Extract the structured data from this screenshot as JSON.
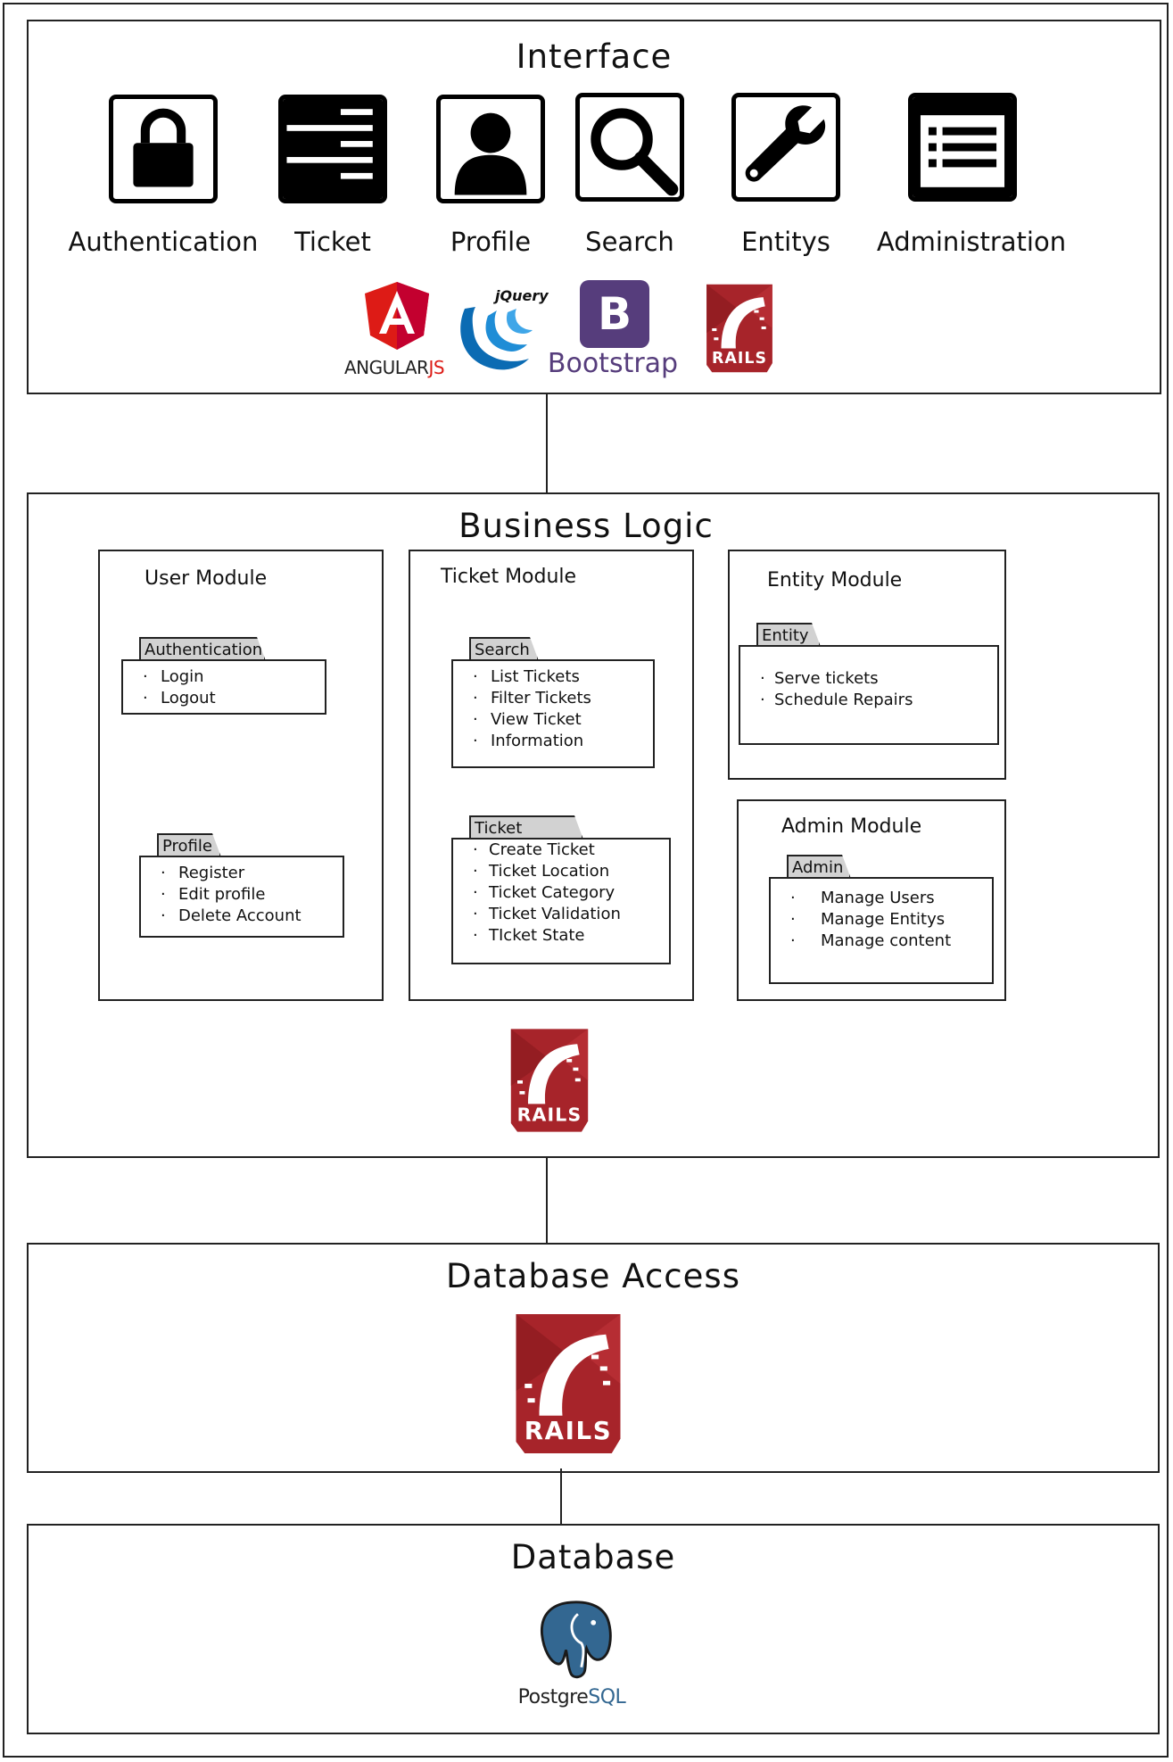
{
  "layers": {
    "interface": {
      "title": "Interface",
      "components": [
        {
          "label": "Authentication",
          "icon": "lock-icon"
        },
        {
          "label": "Ticket",
          "icon": "ticket-list-icon"
        },
        {
          "label": "Profile",
          "icon": "user-icon"
        },
        {
          "label": "Search",
          "icon": "magnifier-icon"
        },
        {
          "label": "Entitys",
          "icon": "wrench-icon"
        },
        {
          "label": "Administration",
          "icon": "admin-list-icon"
        }
      ],
      "tech": [
        {
          "name": "ANGULAR",
          "suffix": "JS",
          "icon": "angularjs-logo"
        },
        {
          "name": "jQuery",
          "icon": "jquery-logo"
        },
        {
          "name": "Bootstrap",
          "letter": "B",
          "icon": "bootstrap-logo"
        },
        {
          "name": "RAILS",
          "icon": "rails-logo"
        }
      ]
    },
    "business_logic": {
      "title": "Business Logic",
      "modules": {
        "user": {
          "title": "User Module",
          "packages": [
            {
              "name": "Authentication",
              "items": [
                "Login",
                "Logout"
              ]
            },
            {
              "name": "Profile",
              "items": [
                "Register",
                "Edit profile",
                "Delete Account"
              ]
            }
          ]
        },
        "ticket": {
          "title": "Ticket Module",
          "packages": [
            {
              "name": "Search",
              "items": [
                "List Tickets",
                "Filter Tickets",
                "View Ticket",
                "Information"
              ]
            },
            {
              "name": "Ticket",
              "items": [
                "Create Ticket",
                "Ticket Location",
                "Ticket Category",
                "Ticket Validation",
                "TIcket State"
              ]
            }
          ]
        },
        "entity": {
          "title": "Entity Module",
          "packages": [
            {
              "name": "Entity",
              "items": [
                "Serve tickets",
                "Schedule Repairs"
              ]
            }
          ]
        },
        "admin": {
          "title": "Admin Module",
          "packages": [
            {
              "name": "Admin",
              "items": [
                "Manage Users",
                "Manage Entitys",
                "Manage content"
              ]
            }
          ]
        }
      },
      "tech": {
        "name": "RAILS",
        "icon": "rails-logo"
      }
    },
    "database_access": {
      "title": "Database Access",
      "tech": {
        "name": "RAILS",
        "icon": "rails-logo"
      }
    },
    "database": {
      "title": "Database",
      "tech": {
        "name": "Postgre",
        "suffix": "SQL",
        "icon": "postgresql-logo"
      }
    }
  },
  "colors": {
    "angular_red": "#dd1b16",
    "jquery_blue": "#0b6bb3",
    "bootstrap_purple": "#563d7c",
    "rails_red": "#a7242a",
    "postgres_blue": "#336791"
  }
}
